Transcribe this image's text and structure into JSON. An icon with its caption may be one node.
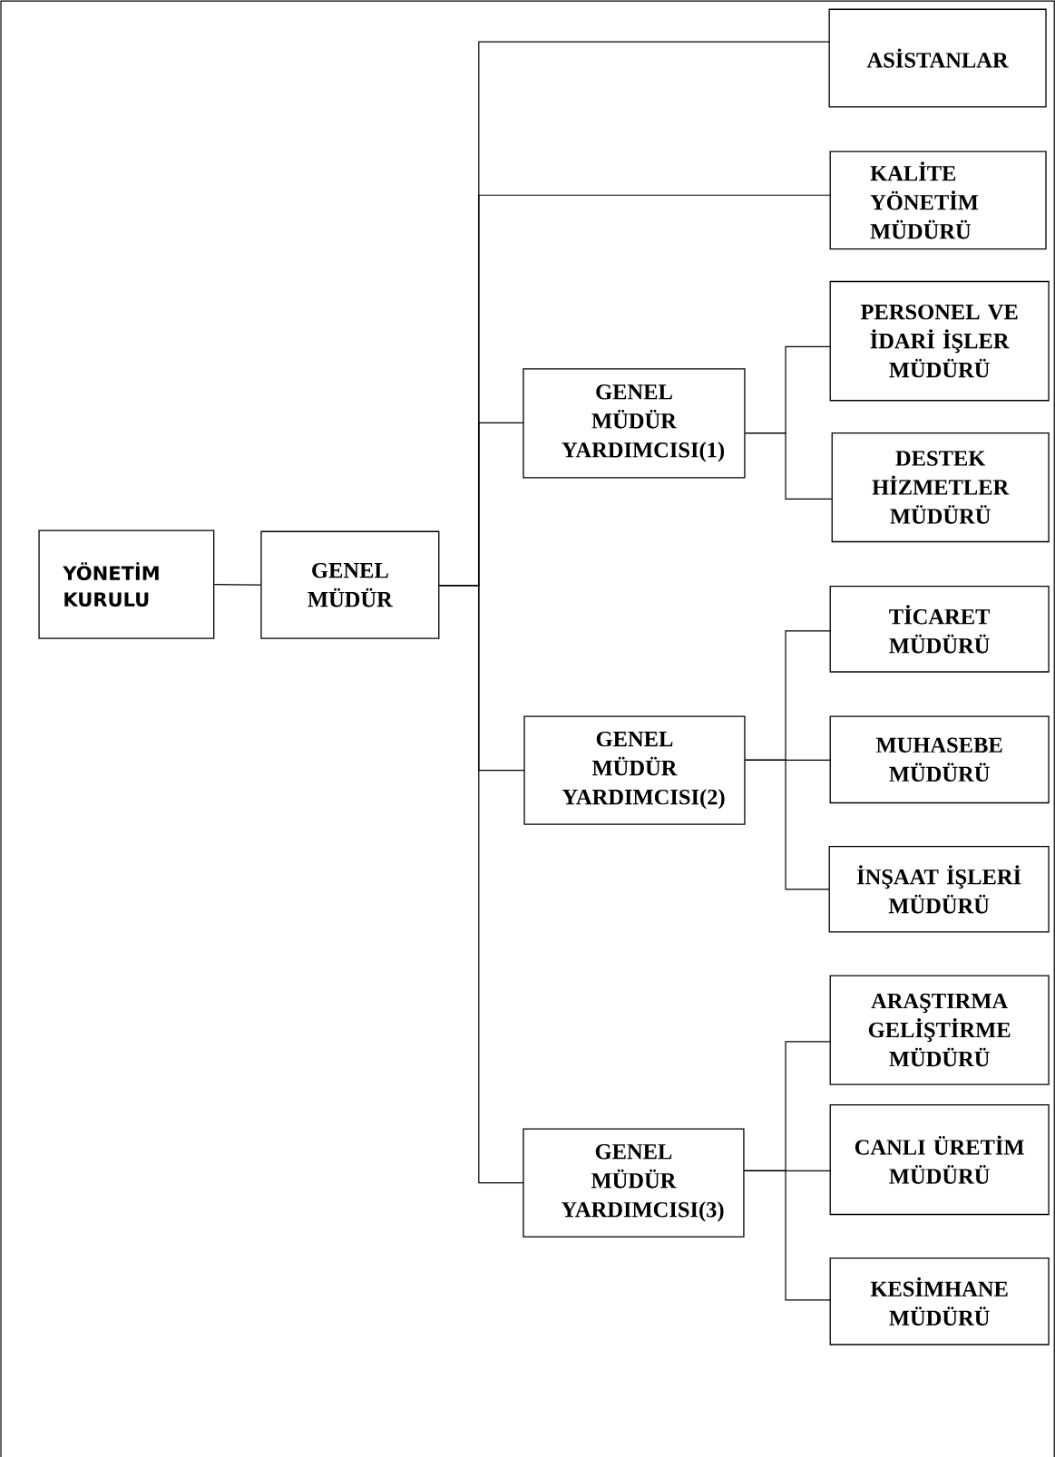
{
  "diagram": {
    "nodes": [
      {
        "text": [
          "YÖNETİM KURULU"
        ]
      },
      {
        "text": [
          "GENEL MÜDÜR"
        ]
      },
      {
        "text": [
          "ASİSTANLAR"
        ]
      },
      {
        "text": [
          "KALİTE YÖNETİM MÜDÜRÜ"
        ]
      },
      {
        "text": [
          "GENEL MÜDÜR YARDIMCISI(1)"
        ]
      },
      {
        "text": [
          "PERSONEL VE İDARİ İŞLER MÜDÜRÜ"
        ]
      },
      {
        "text": [
          "DESTEK HİZMETLER MÜDÜRÜ"
        ]
      },
      {
        "text": [
          "TİCARET MÜDÜRÜ"
        ]
      },
      {
        "text": [
          "GENEL MÜDÜR YARDIMCISI(2)"
        ]
      },
      {
        "text": [
          "MUHASEBE MÜDÜRÜ"
        ]
      },
      {
        "text": [
          "İNŞAAT İŞLERİ MÜDÜRÜ"
        ]
      },
      {
        "text": [
          "ARAŞTIRMA GELİŞTİRME MÜDÜRÜ"
        ]
      },
      {
        "text": [
          "GENEL MÜDÜR YARDIMCISI(3)"
        ]
      },
      {
        "text": [
          "CANLI ÜRETİM MÜDÜRÜ"
        ]
      },
      {
        "text": [
          "KESİMHANE MÜDÜRÜ"
        ]
      }
    ],
    "edges": [
      {
        "from": 0,
        "to": 1,
        "arrow": "none"
      },
      {
        "from": 1,
        "to": 2,
        "arrow": "none"
      },
      {
        "from": 1,
        "to": 3,
        "arrow": "none"
      },
      {
        "from": 1,
        "to": 4,
        "arrow": "none"
      },
      {
        "from": 1,
        "to": 8,
        "arrow": "none"
      },
      {
        "from": 1,
        "to": 12,
        "arrow": "none"
      },
      {
        "from": 4,
        "to": 5,
        "arrow": "none"
      },
      {
        "from": 4,
        "to": 6,
        "arrow": "none"
      },
      {
        "from": 8,
        "to": 7,
        "arrow": "none"
      },
      {
        "from": 8,
        "to": 9,
        "arrow": "none"
      },
      {
        "from": 8,
        "to": 10,
        "arrow": "none"
      },
      {
        "from": 12,
        "to": 11,
        "arrow": "none"
      },
      {
        "from": 12,
        "to": 13,
        "arrow": "none"
      },
      {
        "from": 12,
        "to": 14,
        "arrow": "none"
      }
    ]
  }
}
